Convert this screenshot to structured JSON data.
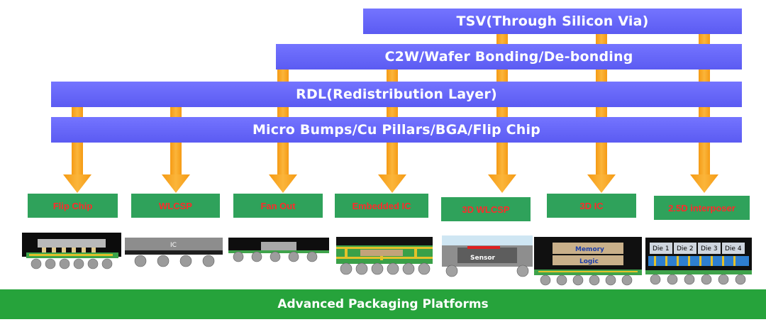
{
  "layers": [
    {
      "label": "TSV(Through Silicon Via)"
    },
    {
      "label": "C2W/Wafer Bonding/De-bonding"
    },
    {
      "label": "RDL(Redistribution Layer)"
    },
    {
      "label": "Micro Bumps/Cu Pillars/BGA/Flip Chip"
    }
  ],
  "platforms": [
    {
      "label": "Flip Chip"
    },
    {
      "label": "WLCSP",
      "chip_label": "IC"
    },
    {
      "label": "Fan Out"
    },
    {
      "label": "Embedded IC"
    },
    {
      "label": "3D WLCSP",
      "chip_label": "Sensor"
    },
    {
      "label": "3D IC",
      "chip_labels": [
        "Memory",
        "Logic"
      ]
    },
    {
      "label": "2.5D interposer",
      "die_labels": [
        "Die 1",
        "Die 2",
        "Die 3",
        "Die 4"
      ]
    }
  ],
  "footer": {
    "label": "Advanced Packaging Platforms"
  },
  "colors": {
    "bar": "#6a6af8",
    "arrow": "#f7a21b",
    "label_box": "#2fa25b",
    "label_text": "#ff2a2a",
    "footer": "#26a33b"
  }
}
